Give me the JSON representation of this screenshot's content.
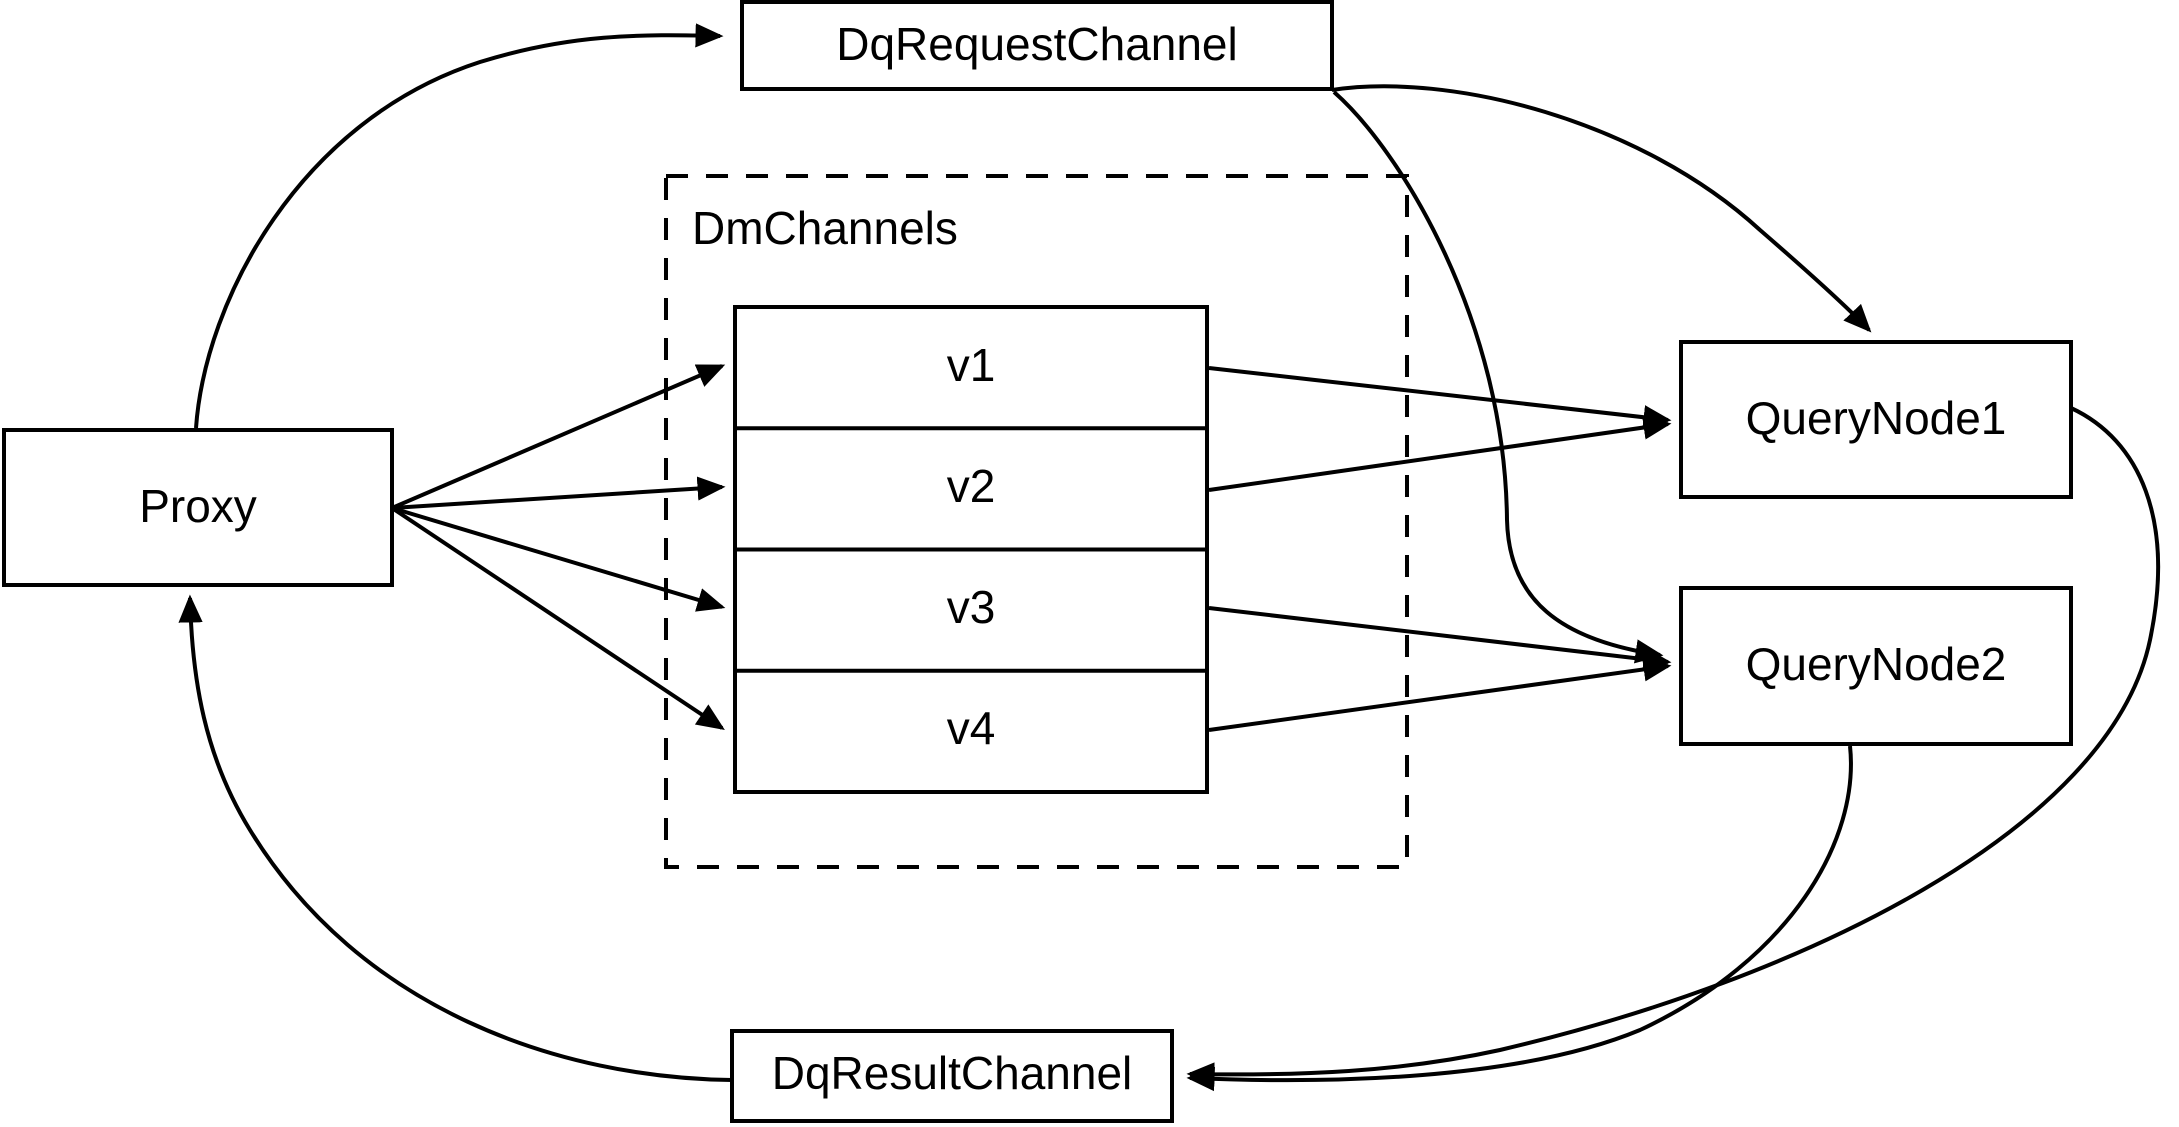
{
  "diagram": {
    "title": "Milvus query flow: Proxy, DmChannels, QueryNodes, Dq channels",
    "background_color": "#ffffff",
    "stroke_color": "#000000",
    "nodes": {
      "proxy": {
        "label": "Proxy"
      },
      "dq_request_channel": {
        "label": "DqRequestChannel"
      },
      "dq_result_channel": {
        "label": "DqResultChannel"
      },
      "query_node_1": {
        "label": "QueryNode1"
      },
      "query_node_2": {
        "label": "QueryNode2"
      }
    },
    "group": {
      "label": "DmChannels",
      "rows": [
        {
          "label": "v1"
        },
        {
          "label": "v2"
        },
        {
          "label": "v3"
        },
        {
          "label": "v4"
        }
      ]
    },
    "edges": [
      {
        "from": "Proxy",
        "to": "DqRequestChannel",
        "style": "curved-arrow"
      },
      {
        "from": "Proxy",
        "to": "v1",
        "style": "straight-arrow"
      },
      {
        "from": "Proxy",
        "to": "v2",
        "style": "straight-arrow"
      },
      {
        "from": "Proxy",
        "to": "v3",
        "style": "straight-arrow"
      },
      {
        "from": "Proxy",
        "to": "v4",
        "style": "straight-arrow"
      },
      {
        "from": "DqRequestChannel",
        "to": "QueryNode1",
        "style": "curved-arrow"
      },
      {
        "from": "DqRequestChannel",
        "to": "QueryNode2",
        "style": "curved-arrow"
      },
      {
        "from": "v1",
        "to": "QueryNode1",
        "style": "straight-arrow"
      },
      {
        "from": "v2",
        "to": "QueryNode1",
        "style": "straight-arrow"
      },
      {
        "from": "v3",
        "to": "QueryNode2",
        "style": "straight-arrow"
      },
      {
        "from": "v4",
        "to": "QueryNode2",
        "style": "straight-arrow"
      },
      {
        "from": "QueryNode1",
        "to": "DqResultChannel",
        "style": "curved-arrow"
      },
      {
        "from": "QueryNode2",
        "to": "DqResultChannel",
        "style": "curved-arrow"
      },
      {
        "from": "DqResultChannel",
        "to": "Proxy",
        "style": "curved-arrow"
      }
    ]
  }
}
